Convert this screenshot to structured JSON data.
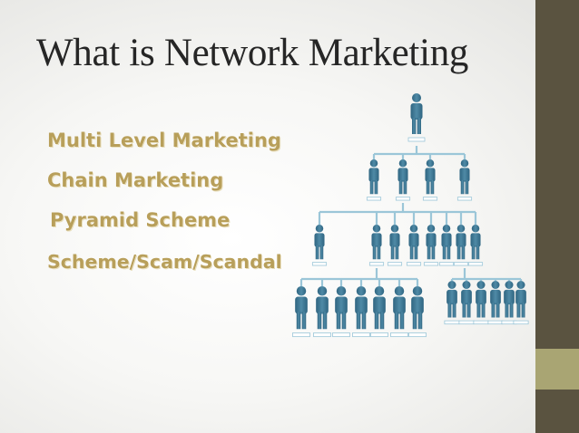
{
  "slide": {
    "title": "What is Network Marketing",
    "bullets": [
      "Multi Level Marketing",
      "Chain Marketing",
      "Pyramid Scheme",
      "Scheme/Scam/Scandal"
    ]
  },
  "illustration": {
    "icon": "org-chart-people-pyramid-icon",
    "tier_counts": [
      1,
      4,
      8,
      13
    ]
  },
  "colors": {
    "sidebar": "#5a5340",
    "sidebar_accent": "#a9a573",
    "bullet_text": "#b89f5a",
    "title_text": "#262626",
    "figure": "#3d7690",
    "connector": "#9bc6d8"
  }
}
